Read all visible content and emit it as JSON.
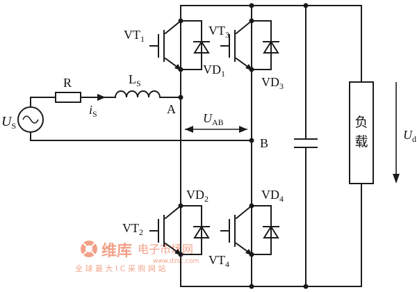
{
  "labels": {
    "vt1": "VT",
    "vt1_sub": "1",
    "vt3": "VT",
    "vt3_sub": "3",
    "vt2": "VT",
    "vt2_sub": "2",
    "vt4": "VT",
    "vt4_sub": "4",
    "vd1": "VD",
    "vd1_sub": "1",
    "vd3": "VD",
    "vd3_sub": "3",
    "vd2": "VD",
    "vd2_sub": "2",
    "vd4": "VD",
    "vd4_sub": "4",
    "r": "R",
    "ls": "L",
    "ls_sub": "S",
    "is": "i",
    "is_sub": "S",
    "us": "U",
    "us_sub": "S",
    "a": "A",
    "b": "B",
    "uab": "U",
    "uab_sub": "AB",
    "ud": "U",
    "ud_sub": "d",
    "load_1": "负",
    "load_2": "载"
  },
  "watermark": {
    "brand": "维库",
    "brand_sub": "电子市场网",
    "url": "www.dzsc.com",
    "tagline": "全 球 最 大 I C 采 购 网 站"
  },
  "colors": {
    "line": "#1a1a1a",
    "watermark": "#e8552a"
  }
}
